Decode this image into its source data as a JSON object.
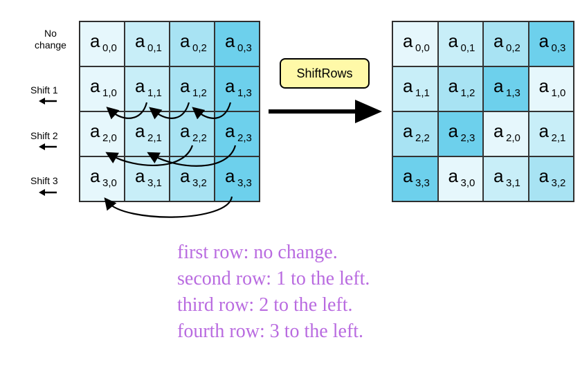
{
  "row_labels": [
    {
      "line1": "No",
      "line2": "change"
    },
    {
      "text": "Shift 1"
    },
    {
      "text": "Shift 2"
    },
    {
      "text": "Shift 3"
    }
  ],
  "state_before": [
    [
      {
        "l": "a",
        "s": "0,0"
      },
      {
        "l": "a",
        "s": "0,1"
      },
      {
        "l": "a",
        "s": "0,2"
      },
      {
        "l": "a",
        "s": "0,3"
      }
    ],
    [
      {
        "l": "a",
        "s": "1,0"
      },
      {
        "l": "a",
        "s": "1,1"
      },
      {
        "l": "a",
        "s": "1,2"
      },
      {
        "l": "a",
        "s": "1,3"
      }
    ],
    [
      {
        "l": "a",
        "s": "2,0"
      },
      {
        "l": "a",
        "s": "2,1"
      },
      {
        "l": "a",
        "s": "2,2"
      },
      {
        "l": "a",
        "s": "2,3"
      }
    ],
    [
      {
        "l": "a",
        "s": "3,0"
      },
      {
        "l": "a",
        "s": "3,1"
      },
      {
        "l": "a",
        "s": "3,2"
      },
      {
        "l": "a",
        "s": "3,3"
      }
    ]
  ],
  "state_after": [
    [
      {
        "l": "a",
        "s": "0,0"
      },
      {
        "l": "a",
        "s": "0,1"
      },
      {
        "l": "a",
        "s": "0,2"
      },
      {
        "l": "a",
        "s": "0,3"
      }
    ],
    [
      {
        "l": "a",
        "s": "1,1"
      },
      {
        "l": "a",
        "s": "1,2"
      },
      {
        "l": "a",
        "s": "1,3"
      },
      {
        "l": "a",
        "s": "1,0"
      }
    ],
    [
      {
        "l": "a",
        "s": "2,2"
      },
      {
        "l": "a",
        "s": "2,3"
      },
      {
        "l": "a",
        "s": "2,0"
      },
      {
        "l": "a",
        "s": "2,1"
      }
    ],
    [
      {
        "l": "a",
        "s": "3,3"
      },
      {
        "l": "a",
        "s": "3,0"
      },
      {
        "l": "a",
        "s": "3,1"
      },
      {
        "l": "a",
        "s": "3,2"
      }
    ]
  ],
  "operation_label": "ShiftRows",
  "caption": [
    "first row: no change.",
    "second row: 1 to the left.",
    "third row: 2 to the left.",
    "fourth row: 3 to the left."
  ],
  "colors": {
    "shade_1": "#e6f7fc",
    "shade_2": "#c8eef8",
    "shade_3": "#a8e3f3",
    "shade_4": "#6dd0ec",
    "button_fill": "#fff9a8",
    "caption_text": "#b96be0"
  }
}
